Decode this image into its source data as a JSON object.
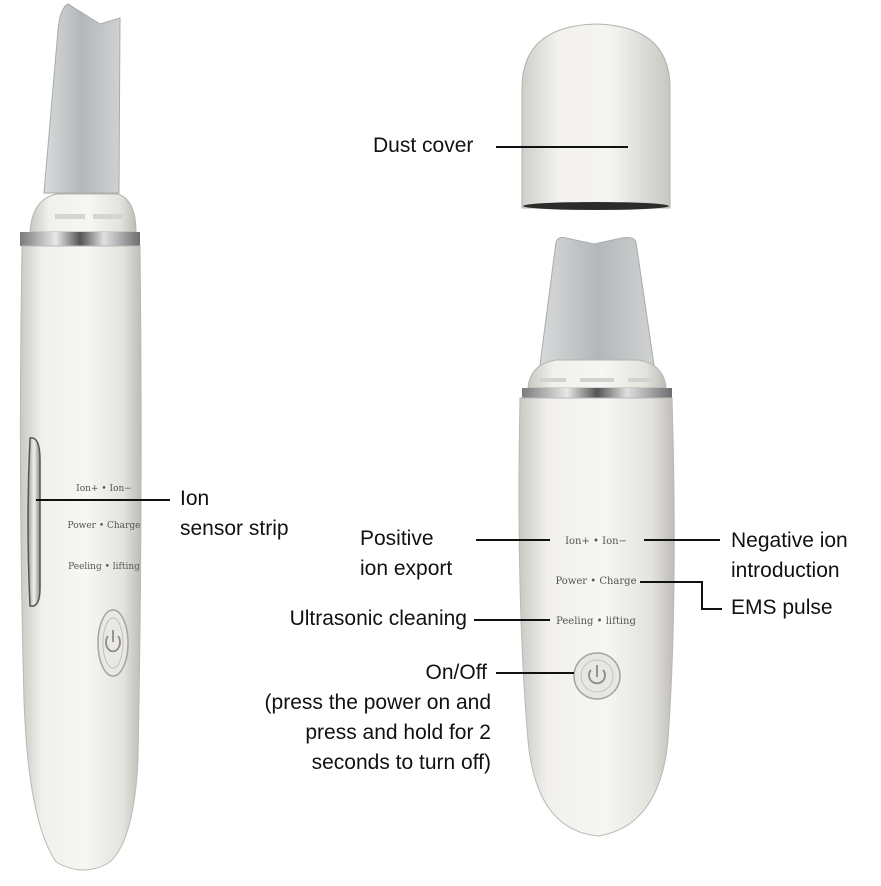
{
  "callouts": {
    "dust_cover": "Dust cover",
    "ion_sensor_strip": [
      "Ion",
      "sensor strip"
    ],
    "positive_ion_export": [
      "Positive",
      "ion export"
    ],
    "negative_ion_introduction": [
      "Negative ion",
      "introduction"
    ],
    "ems_pulse": "EMS pulse",
    "ultrasonic_cleaning": "Ultrasonic cleaning",
    "on_off": [
      "On/Off",
      "(press the power on and",
      "press and hold for 2",
      "seconds to turn off)"
    ]
  },
  "device_labels": {
    "ion_line": "Ion+ • Ion−",
    "power_line": "Power • Charge",
    "peeling_line": "Peeling • lifting"
  },
  "colors": {
    "body": "#ecebe7",
    "blade": "#c9cbcc",
    "chrome": "#8a8a8a",
    "leader_line": "#111111"
  }
}
